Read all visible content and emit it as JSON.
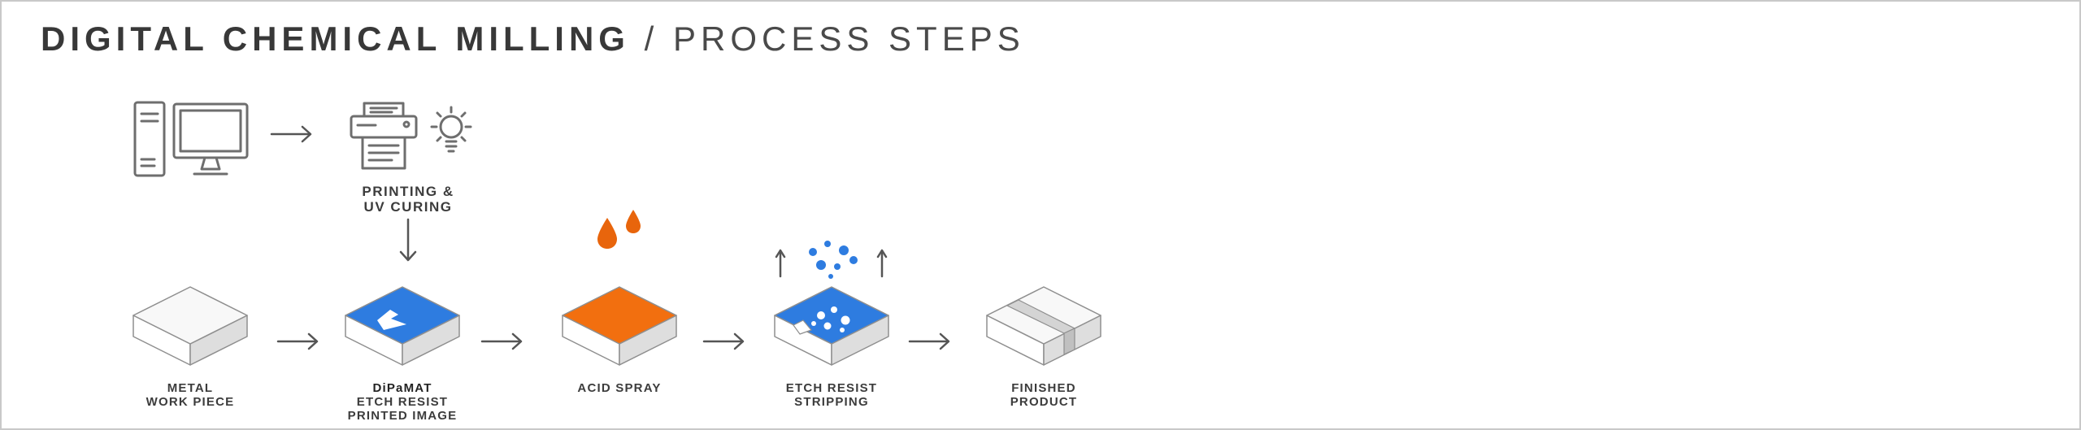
{
  "title": {
    "main": "DIGITAL CHEMICAL MILLING",
    "separator": " / ",
    "sub": "PROCESS STEPS"
  },
  "colors": {
    "blue": "#2e7ce0",
    "orange": "#f26f0f",
    "drop_orange": "#e8650c",
    "line_gray": "#6e6e6e",
    "arrow_gray": "#555555",
    "text_dark": "#3c3c3c",
    "border_gray": "#c9c9c9"
  },
  "icons": {
    "computer": "computer-icon",
    "printer": "printer-icon",
    "uv_bulb": "uv-lamp-icon",
    "arrow_right": "arrow-right-icon",
    "arrow_down": "arrow-down-icon",
    "arrow_up": "arrow-up-icon",
    "acid_drops": "acid-drops-icon",
    "bubbles": "bubbles-icon"
  },
  "prep": {
    "lines": [
      "PRINTING &",
      "UV CURING"
    ]
  },
  "steps": [
    {
      "name": "metal-work-piece",
      "lines": [
        "METAL",
        "WORK PIECE"
      ]
    },
    {
      "name": "etch-resist-printed-image",
      "lines": [
        "DiPaMAT",
        "ETCH RESIST",
        "PRINTED IMAGE"
      ]
    },
    {
      "name": "acid-spray",
      "lines": [
        "ACID SPRAY"
      ]
    },
    {
      "name": "etch-resist-stripping",
      "lines": [
        "ETCH RESIST",
        "STRIPPING"
      ]
    },
    {
      "name": "finished-product",
      "lines": [
        "FINISHED",
        "PRODUCT"
      ]
    }
  ]
}
